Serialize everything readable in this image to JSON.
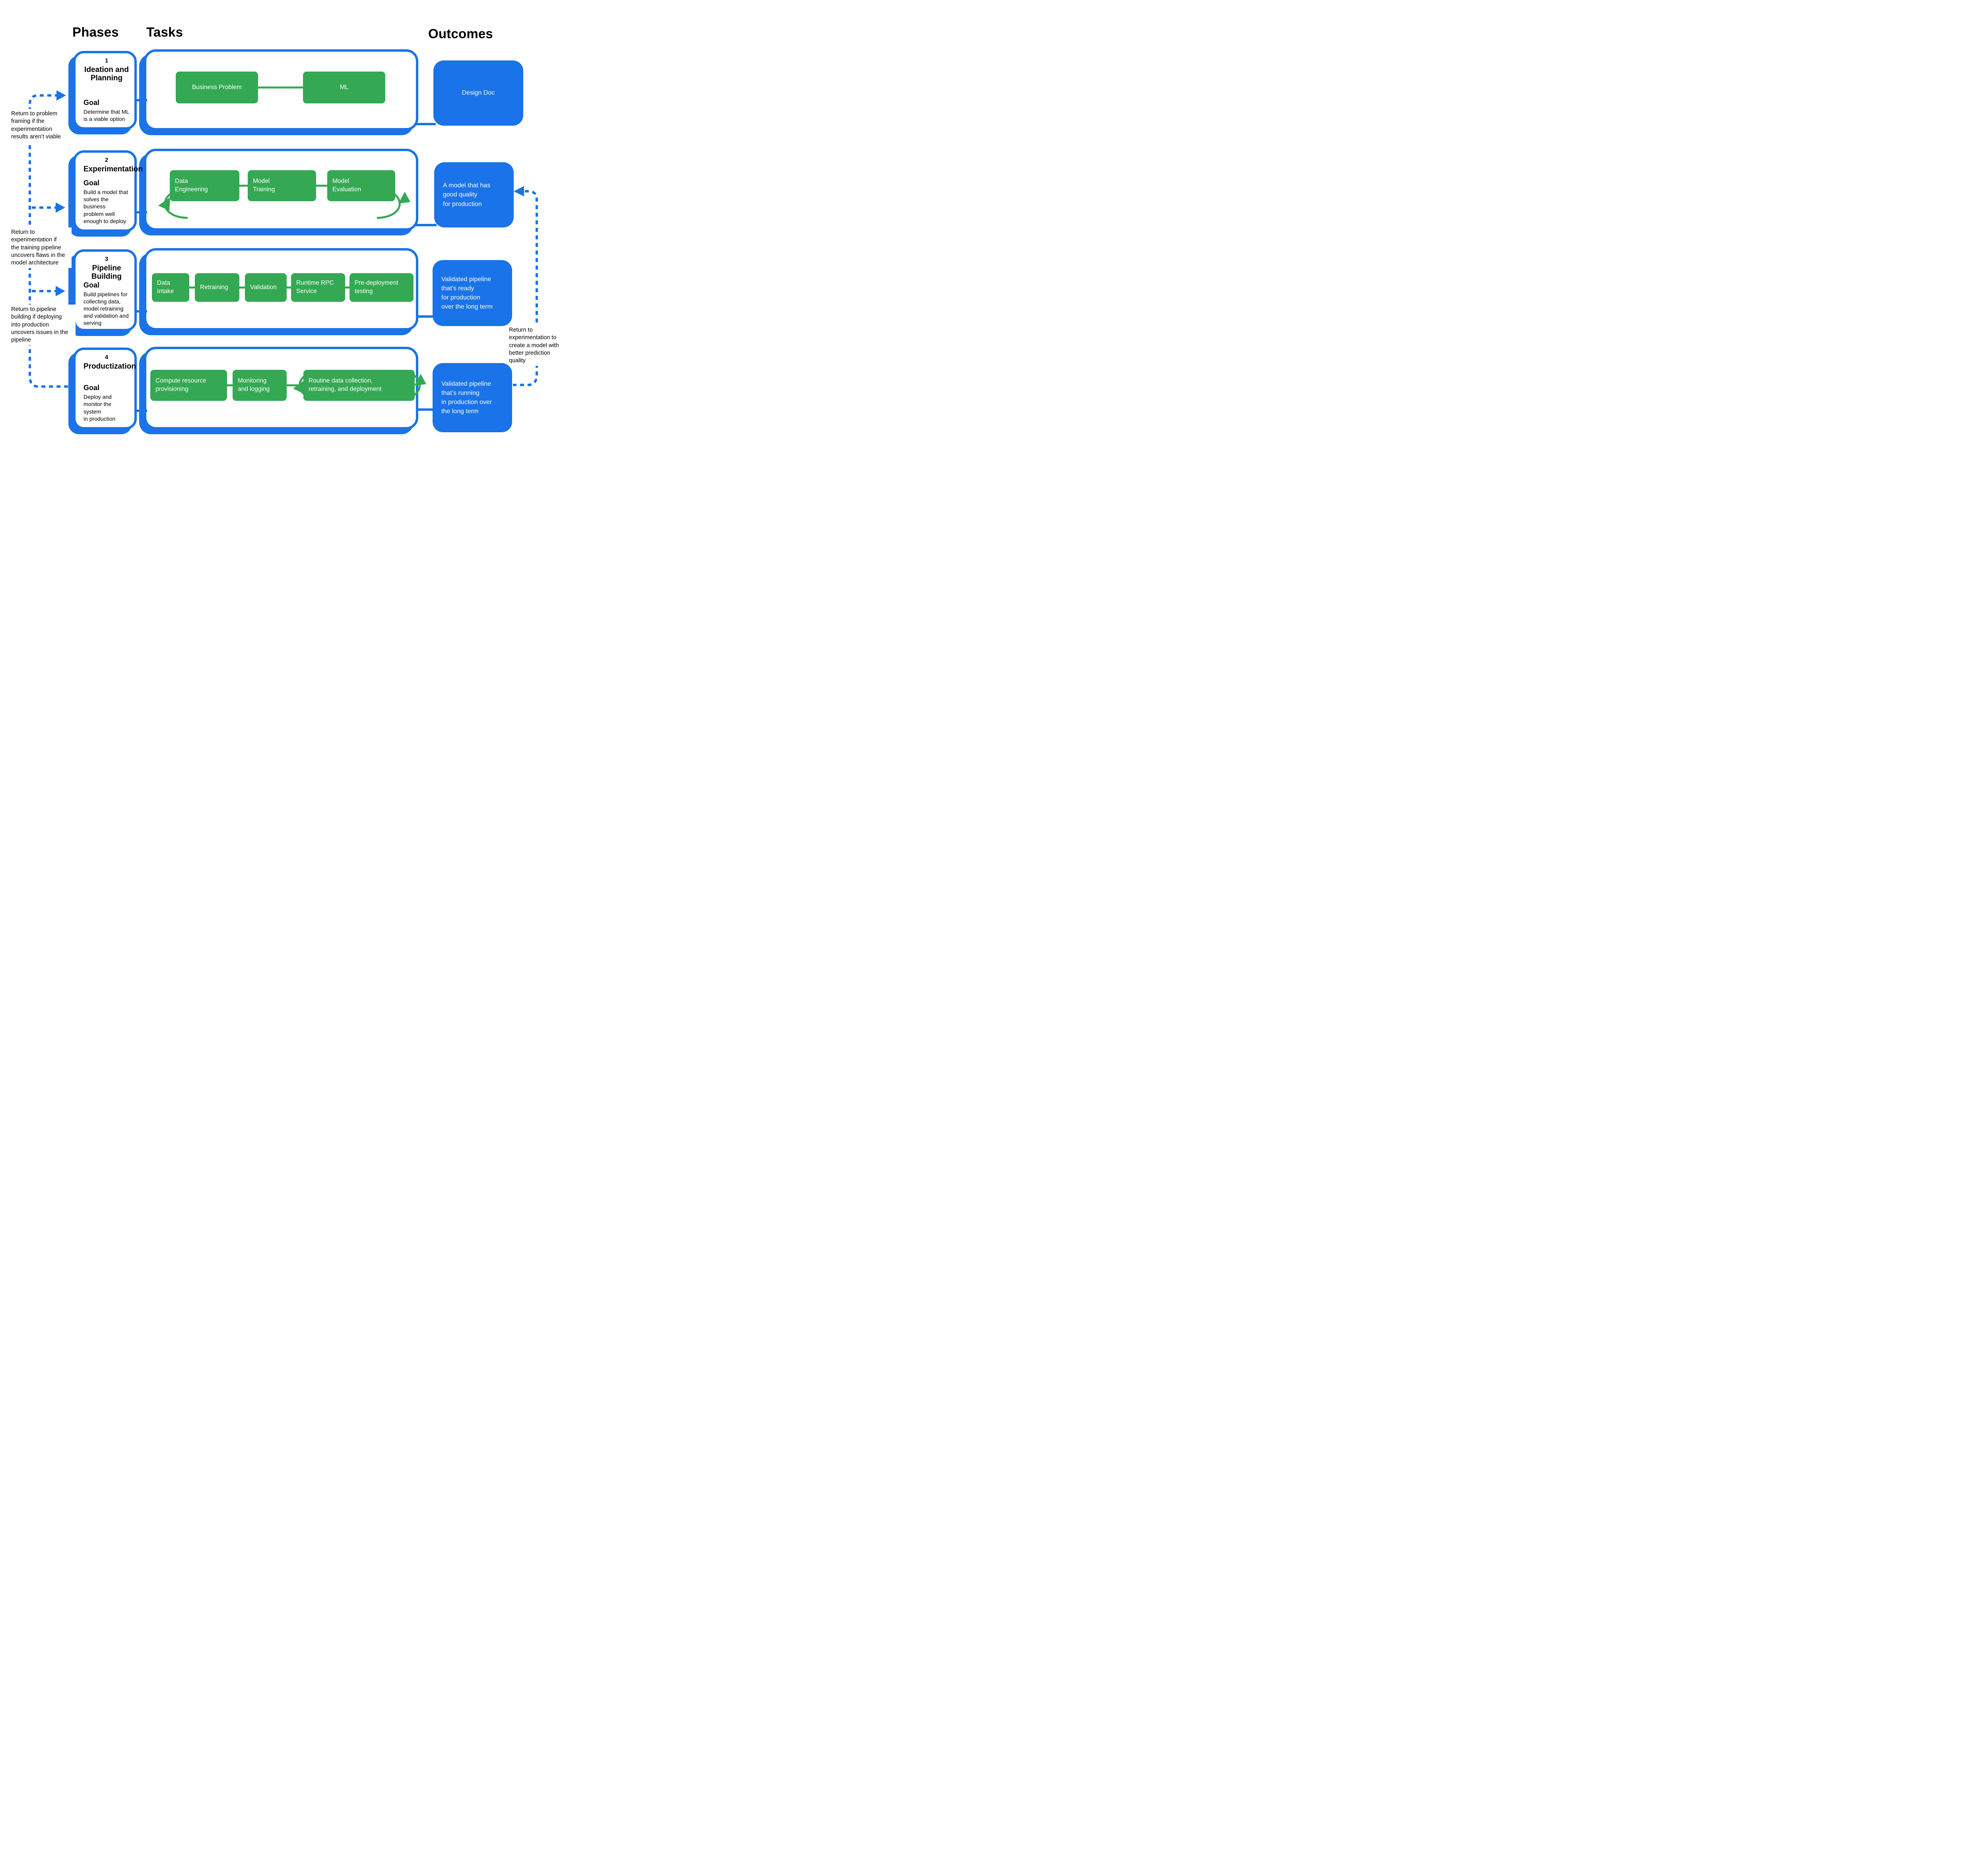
{
  "columns": {
    "phases": "Phases",
    "tasks": "Tasks",
    "outcomes": "Outcomes"
  },
  "colors": {
    "blue": "#1A73E8",
    "green": "#34A853",
    "text": "#000000"
  },
  "phases": [
    {
      "number": "1",
      "name": "Ideation and Planning",
      "goal_label": "Goal",
      "goal": "Determine that ML\nis a viable option",
      "tasks": [
        "Business Problem",
        "ML"
      ],
      "outcome": "Design Doc"
    },
    {
      "number": "2",
      "name": "Experimentation",
      "goal_label": "Goal",
      "goal": "Build a model that\nsolves the business\nproblem well\nenough to deploy",
      "tasks": [
        "Data\nEngineering",
        "Model\nTraining",
        "Model\nEvaluation"
      ],
      "outcome": "A model that has\ngood quality\nfor production"
    },
    {
      "number": "3",
      "name": "Pipeline Building",
      "goal_label": "Goal",
      "goal": "Build pipelines for\ncollecting data,\nmodel retraining\nand validation and\nserving",
      "tasks": [
        "Data\nIntake",
        "Retraining",
        "Validation",
        "Runtime RPC\nService",
        "Pre-deployment\ntesting"
      ],
      "outcome": "Validated pipeline\nthat’s ready\nfor production\nover the long term"
    },
    {
      "number": "4",
      "name": "Productization",
      "goal_label": "Goal",
      "goal": "Deploy and\nmonitor the system\nin production",
      "tasks": [
        "Compute resource\nprovisioning",
        "Monitoring\nand logging",
        "Routine data collection,\nretraining, and deployment"
      ],
      "outcome": "Validated pipeline\nthat’s running\nin production over\nthe long term"
    }
  ],
  "feedback_notes": {
    "left": [
      "Return to problem\nframing if the\nexperimentation\nresults aren’t viable",
      "Return to\nexperimentation if\nthe training pipeline\nuncovers flaws in the\nmodel architecture",
      "Return to pipeline\nbuilding if deploying\ninto production\nuncovers issues in the\npipeline"
    ],
    "right": "Return to\nexperimentation to\ncreate a model with\nbetter prediction\nquality"
  }
}
